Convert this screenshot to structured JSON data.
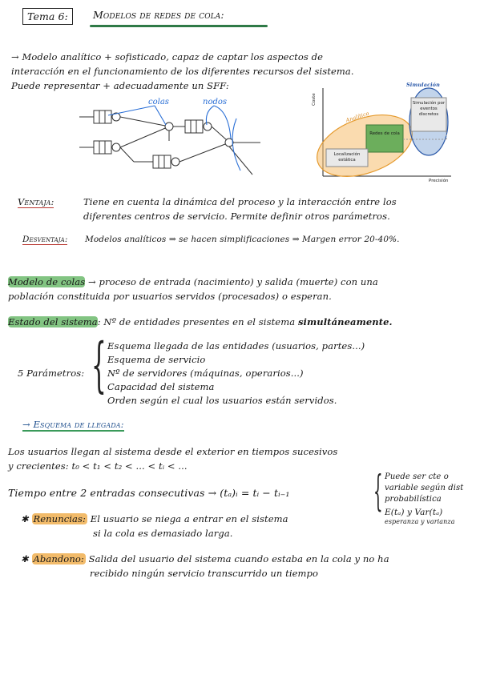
{
  "title": {
    "tema": "Tema 6:",
    "heading": "Modelos de redes de cola:"
  },
  "intro": {
    "line1": "→ Modelo analítico + sofisticado, capaz de captar los aspectos de",
    "line2": "interacción en el funcionamiento de los diferentes recursos del sistema.",
    "line3": "Puede representar + adecuadamente un SFF:"
  },
  "network_diagram": {
    "label_colas": "colas",
    "label_nodos": "nodos"
  },
  "position_chart": {
    "y_label": "Coste",
    "x_label": "Precisión",
    "region_simulacion": "Simulación",
    "region_analitico": "Analítico",
    "box_simulacion": "Simulación por eventos discretos",
    "box_redes": "Redes de cola",
    "box_localizacion": "Localización estática"
  },
  "ventaja": {
    "label": "Ventaja:",
    "line1": "Tiene en cuenta la dinámica del proceso y la interacción entre los",
    "line2": "diferentes centros de servicio. Permite definir otros parámetros."
  },
  "desventaja": {
    "label": "Desventaja:",
    "text": "Modelos analíticos ⇒ se hacen simplificaciones ⇒ Margen error 20-40%."
  },
  "modelo_colas": {
    "label": "Modelo de colas",
    "line1_rest": "→ proceso de entrada (nacimiento) y salida (muerte) con una",
    "line2": "población constituida por usuarios servidos (procesados) o esperan."
  },
  "estado": {
    "label": "Estado del sistema",
    "text": ": Nº de entidades presentes en el sistema",
    "emphasis": "simultáneamente."
  },
  "parametros": {
    "label": "5 Parámetros:",
    "items": [
      "Esquema llegada de las entidades (usuarios, partes...)",
      "Esquema de servicio",
      "Nº de servidores (máquinas, operarios...)",
      "Capacidad del sistema",
      "Orden según el cual los usuarios están servidos."
    ]
  },
  "llegada": {
    "heading": "→ Esquema de llegada:",
    "line1": "Los usuarios llegan al sistema desde el exterior en tiempos sucesivos",
    "line2": "y crecientes:  t₀ < t₁ < t₂ < ... < tᵢ < ...",
    "tiempo": "Tiempo entre 2 entradas consecutivas  →  (tₐ)ᵢ = tᵢ − tᵢ₋₁",
    "note": [
      "Puede ser cte o",
      "variable según dist",
      "probabilística",
      "E(tₐ) y Var(tₐ)",
      "esperanza  y varianza"
    ]
  },
  "renuncias": {
    "label": "Renuncias:",
    "line1": "El usuario se niega a entrar en el sistema",
    "line2": "si la cola es demasiado larga."
  },
  "abandono": {
    "label": "Abandono:",
    "line1": "Salida del usuario del sistema cuando estaba en la cola y no ha",
    "line2": "recibido ningún servicio transcurrido un tiempo"
  }
}
